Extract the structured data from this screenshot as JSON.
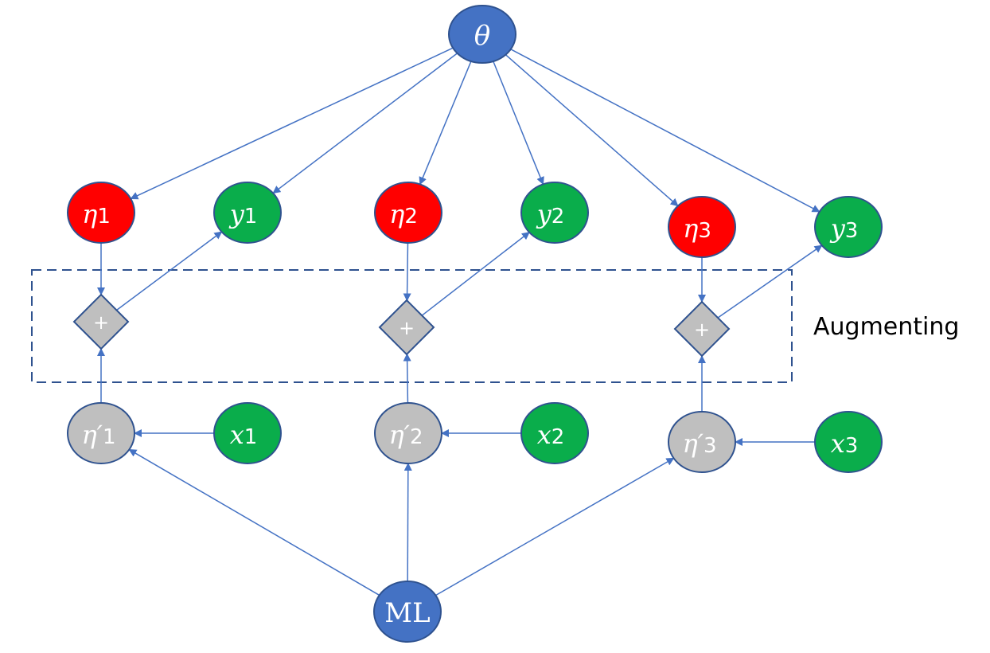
{
  "colors": {
    "parameter": "#4472c4",
    "latent": "#ff0000",
    "observed": "#0aad4b",
    "ml_output": "#bfbfbf",
    "operator": "#bfbfbf",
    "edge": "#4472c4",
    "outline": "#2f528f",
    "box": "#2f528f"
  },
  "nodes": {
    "theta": {
      "symbol": "θ",
      "sub": ""
    },
    "ml": {
      "symbol": "ML"
    },
    "eta": [
      {
        "symbol": "η",
        "sub": "1"
      },
      {
        "symbol": "η",
        "sub": "2"
      },
      {
        "symbol": "η",
        "sub": "3"
      }
    ],
    "y": [
      {
        "symbol": "y",
        "sub": "1"
      },
      {
        "symbol": "y",
        "sub": "2"
      },
      {
        "symbol": "y",
        "sub": "3"
      }
    ],
    "eta_prime": [
      {
        "symbol": "η′",
        "sub": "1"
      },
      {
        "symbol": "η′",
        "sub": "2"
      },
      {
        "symbol": "η′",
        "sub": "3"
      }
    ],
    "x": [
      {
        "symbol": "x",
        "sub": "1"
      },
      {
        "symbol": "x",
        "sub": "2"
      },
      {
        "symbol": "x",
        "sub": "3"
      }
    ],
    "plus": [
      {
        "symbol": "+"
      },
      {
        "symbol": "+"
      },
      {
        "symbol": "+"
      }
    ]
  },
  "group": {
    "label": "Augmenting"
  },
  "edges": [
    {
      "from": "theta",
      "to": "eta1"
    },
    {
      "from": "theta",
      "to": "y1"
    },
    {
      "from": "theta",
      "to": "eta2"
    },
    {
      "from": "theta",
      "to": "y2"
    },
    {
      "from": "theta",
      "to": "eta3"
    },
    {
      "from": "theta",
      "to": "y3"
    },
    {
      "from": "eta1",
      "to": "plus1"
    },
    {
      "from": "plus1",
      "to": "y1"
    },
    {
      "from": "eta2",
      "to": "plus2"
    },
    {
      "from": "plus2",
      "to": "y2"
    },
    {
      "from": "eta3",
      "to": "plus3"
    },
    {
      "from": "plus3",
      "to": "y3"
    },
    {
      "from": "etaprime1",
      "to": "plus1"
    },
    {
      "from": "x1",
      "to": "etaprime1"
    },
    {
      "from": "etaprime2",
      "to": "plus2"
    },
    {
      "from": "x2",
      "to": "etaprime2"
    },
    {
      "from": "etaprime3",
      "to": "plus3"
    },
    {
      "from": "x3",
      "to": "etaprime3"
    },
    {
      "from": "ml",
      "to": "etaprime1"
    },
    {
      "from": "ml",
      "to": "etaprime2"
    },
    {
      "from": "ml",
      "to": "etaprime3"
    }
  ]
}
